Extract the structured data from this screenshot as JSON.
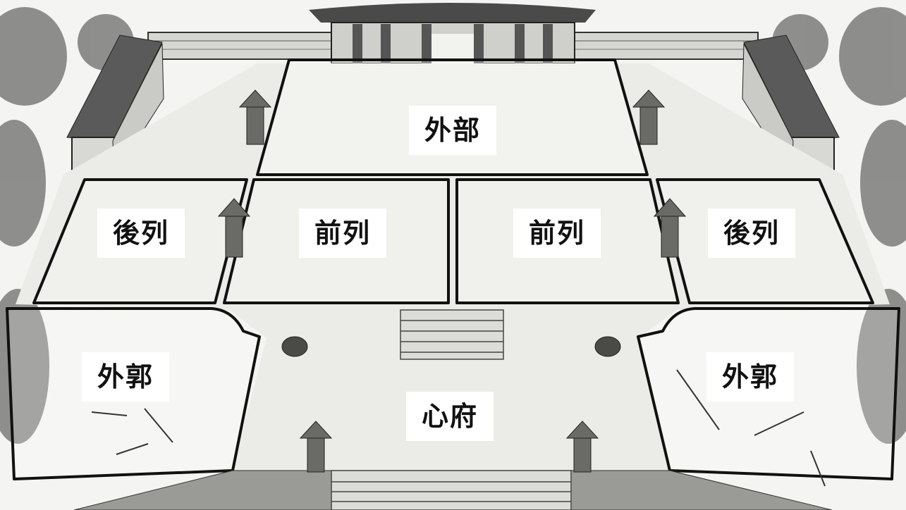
{
  "board": {
    "zones": {
      "outer_top": "外部",
      "back_left": "後列",
      "front_left": "前列",
      "front_right": "前列",
      "back_right": "後列",
      "outer_left": "外郭",
      "heart": "心府",
      "outer_right": "外郭"
    }
  },
  "colors": {
    "background": "#f4f4f2",
    "line": "#111111",
    "label_bg": "#ffffff"
  }
}
